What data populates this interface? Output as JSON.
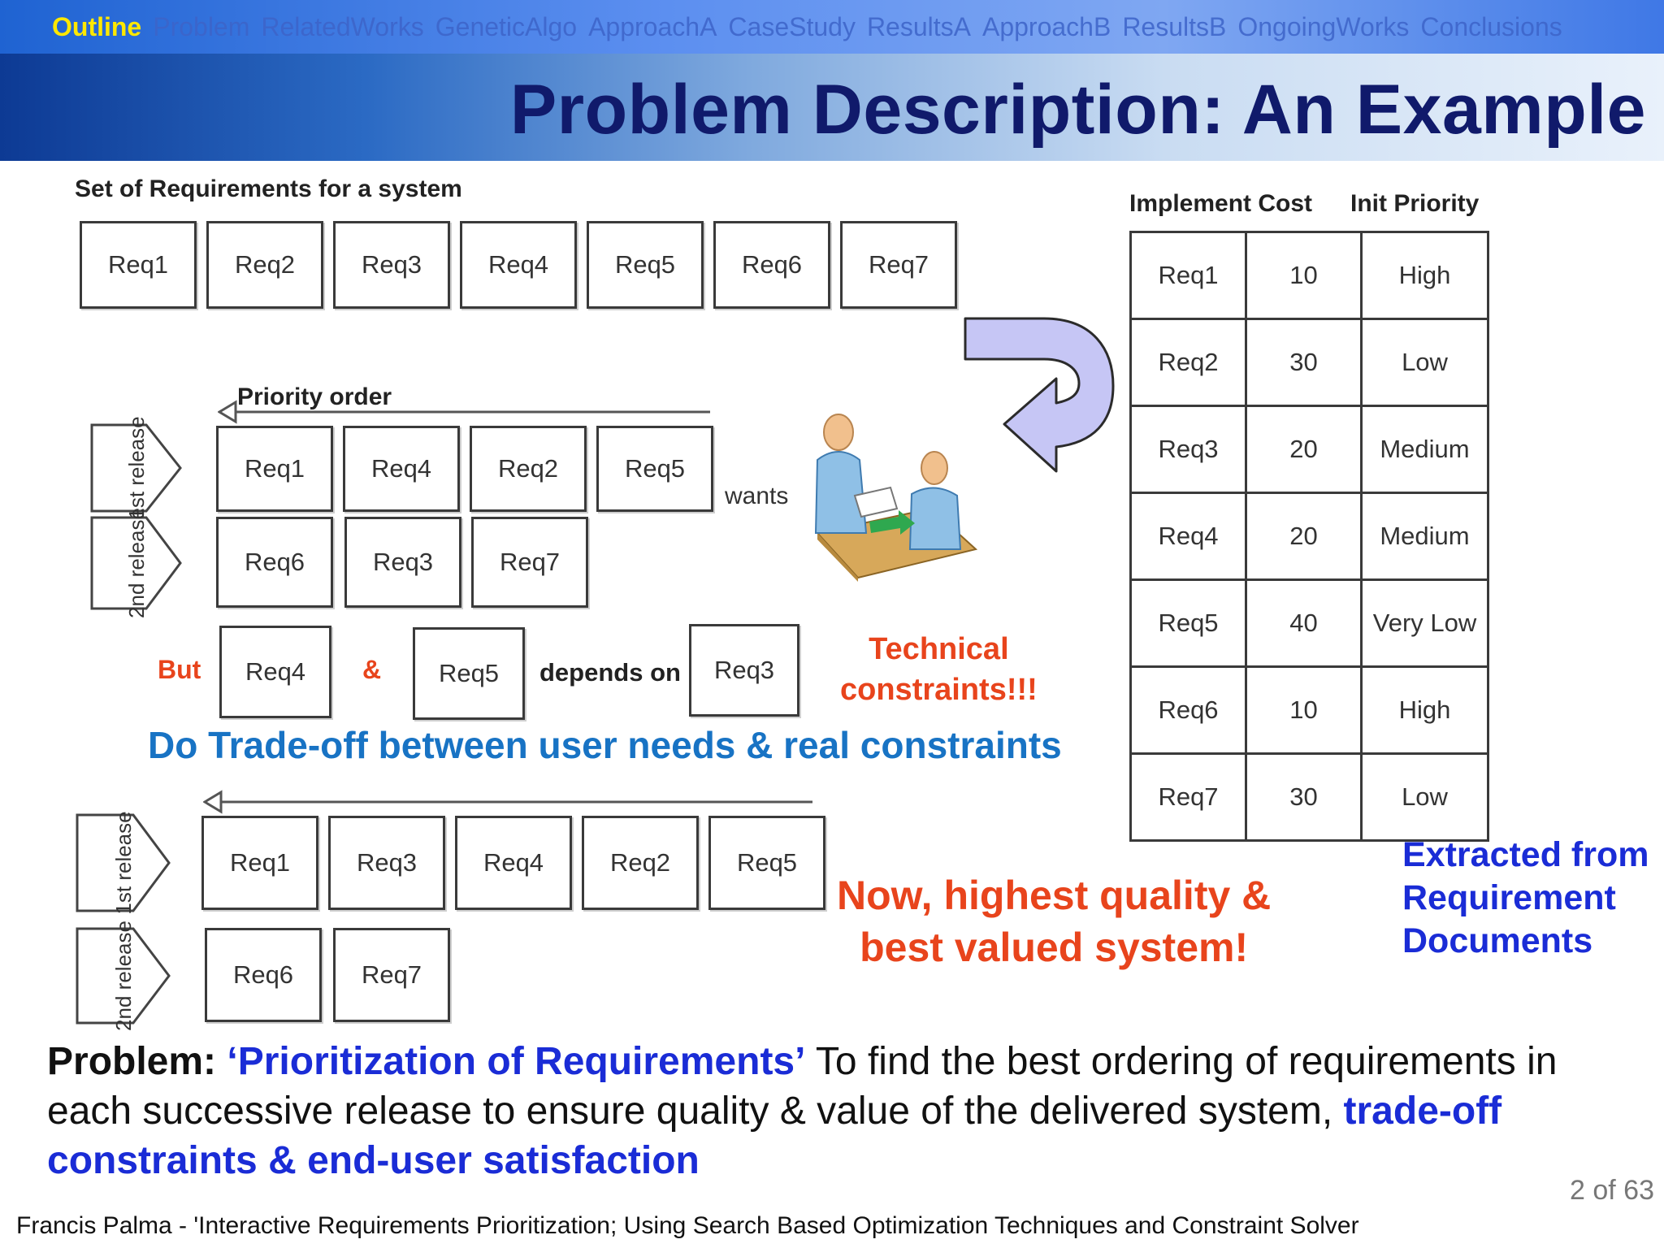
{
  "nav": {
    "current": "Outline",
    "items": [
      "Problem",
      "RelatedWorks",
      "GeneticAlgo",
      "ApproachA",
      "CaseStudy",
      "ResultsA",
      "ApproachB",
      "ResultsB",
      "OngoingWorks",
      "Conclusions"
    ]
  },
  "title": "Problem Description: An Example",
  "set_label": "Set of Requirements for a system",
  "requirements": [
    "Req1",
    "Req2",
    "Req3",
    "Req4",
    "Req5",
    "Req6",
    "Req7"
  ],
  "priority_order_label": "Priority order",
  "release_1_num": "1st",
  "release_2_num": "2nd",
  "release_word": "release",
  "wanted_release_1": [
    "Req1",
    "Req4",
    "Req2",
    "Req5"
  ],
  "wanted_release_2": [
    "Req6",
    "Req3",
    "Req7"
  ],
  "wants_label": "wants",
  "dependency": {
    "but": "But",
    "first": "Req4",
    "amp": "&",
    "second": "Req5",
    "depends_on": "depends on",
    "target": "Req3"
  },
  "technical_line1": "Technical",
  "technical_line2": "constraints!!!",
  "tradeoff_text": "Do Trade-off between user needs & real constraints",
  "final_release_1": [
    "Req1",
    "Req3",
    "Req4",
    "Req2",
    "Req5"
  ],
  "final_release_2": [
    "Req6",
    "Req7"
  ],
  "quality_line1": "Now, highest quality &",
  "quality_line2": "best valued system!",
  "table": {
    "headers": [
      "Implement Cost",
      "Init Priority"
    ],
    "rows": [
      [
        "Req1",
        "10",
        "High"
      ],
      [
        "Req2",
        "30",
        "Low"
      ],
      [
        "Req3",
        "20",
        "Medium"
      ],
      [
        "Req4",
        "20",
        "Medium"
      ],
      [
        "Req5",
        "40",
        "Very Low"
      ],
      [
        "Req6",
        "10",
        "High"
      ],
      [
        "Req7",
        "30",
        "Low"
      ]
    ]
  },
  "extracted": [
    "Extracted from",
    "Requirement",
    "Documents"
  ],
  "problem": {
    "lead": "Problem:",
    "highlight": "‘Prioritization of Requirements’",
    "body": " To find the best ordering of requirements in each successive release to ensure quality & value of the delivered system, ",
    "tail": "trade-off constraints & end-user satisfaction"
  },
  "footer": "Francis Palma   -   'Interactive Requirements Prioritization; Using Search Based Optimization Techniques and Constraint Solver",
  "page": "2  of 63",
  "colors": {
    "title": "#101a6b",
    "red": "#e8441c",
    "blue": "#1873c4",
    "problem_blue": "#1a2cd6",
    "nav_current": "#ffe800"
  }
}
